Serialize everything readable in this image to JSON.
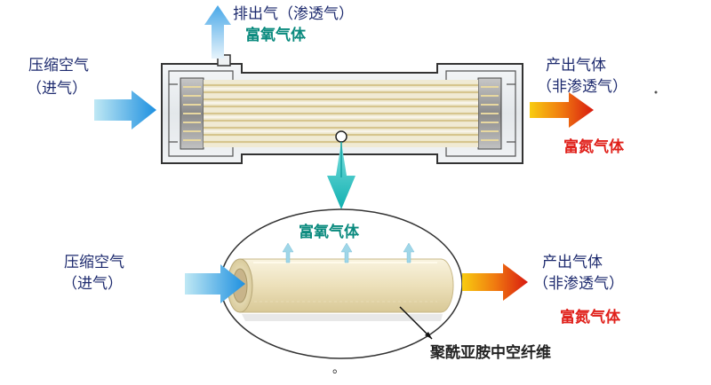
{
  "top": {
    "permeate_out_label": "排出气（渗透气）",
    "oxygen_rich_label": "富氧气体",
    "inlet_label_line1": "压缩空气",
    "inlet_label_line2": "（进气）",
    "product_label_line1": "产出气体",
    "product_label_line2": "（非渗透气）",
    "nitrogen_rich_label": "富氮气体"
  },
  "bottom": {
    "oxygen_rich_label": "富氧气体",
    "inlet_label_line1": "压缩空气",
    "inlet_label_line2": "（进气）",
    "product_label_line1": "产出气体",
    "product_label_line2": "（非渗透气）",
    "nitrogen_rich_label": "富氮气体",
    "fiber_label": "聚酰亚胺中空纤维",
    "footnote_mark": "。"
  },
  "colors": {
    "inlet_arrow": "#2a9fe0",
    "oxygen_arrow": "#2bbfc0",
    "product_arrow_start": "#f7c400",
    "product_arrow_end": "#e02010",
    "module_body": "#e8ecef",
    "fiber_tube": "#efe6c8"
  },
  "icons": {
    "inlet": "arrow-right-blue-icon",
    "permeate": "arrow-up-light-blue-icon",
    "product": "arrow-right-orange-red-icon",
    "oxygen_drop": "arrow-down-teal-icon"
  }
}
